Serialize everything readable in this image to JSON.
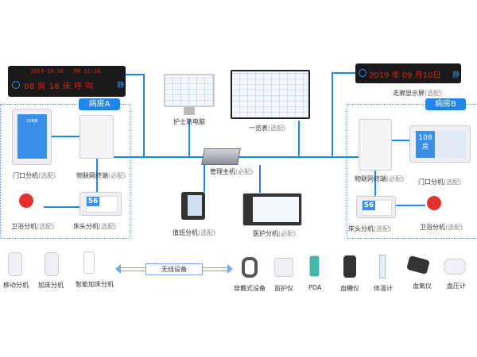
{
  "led_left": {
    "line1": "2019-10-16   PM 11:16",
    "line2": "08 房 16 床 呼 叫",
    "mute_icon": "静"
  },
  "led_right": {
    "text": "2019 年 09 月10日",
    "mute_icon": "静",
    "label": "走廊显示屏",
    "label_opt": "(选配)"
  },
  "nurse_pc": {
    "label": "护士站电脑"
  },
  "overview": {
    "label": "一览表",
    "label_opt": "(选配)"
  },
  "host": {
    "label": "管理主机",
    "label_opt": "(必配)"
  },
  "duty": {
    "label": "值班分机",
    "label_opt": "(选配)"
  },
  "medical": {
    "label": "医护分机",
    "label_opt": "(必配)"
  },
  "room_a": {
    "title": "病房A",
    "door": {
      "label": "门口分机",
      "opt": "(选配)",
      "room_no": "108房"
    },
    "iot": {
      "label": "物联网终端",
      "opt": "(必配)"
    },
    "bath": {
      "label": "卫浴分机",
      "opt": "(选配)"
    },
    "bed": {
      "label": "床头分机",
      "opt": "(选配)",
      "bed_no": "56"
    }
  },
  "room_b": {
    "title": "病房B",
    "door": {
      "label": "门口分机",
      "opt": "(选配)",
      "room_no": "108",
      "room_unit": "房"
    },
    "iot": {
      "label": "物联网终端",
      "opt": "(必配)"
    },
    "bath": {
      "label": "卫浴分机",
      "opt": "(选配)"
    },
    "bed": {
      "label": "床头分机",
      "opt": "(选配)",
      "bed_no": "56"
    }
  },
  "wireless": {
    "label": "无线设备"
  },
  "left_devices": [
    "移动分机",
    "加床分机",
    "智能加床分机"
  ],
  "right_devices": [
    "穿戴式设备",
    "监护仪",
    "PDA",
    "血糖仪",
    "体温计",
    "血氧仪",
    "血压计"
  ],
  "colors": {
    "line": "#1e86f0",
    "led_text": "#d9261c",
    "led_bg": "#1a1a1a"
  }
}
